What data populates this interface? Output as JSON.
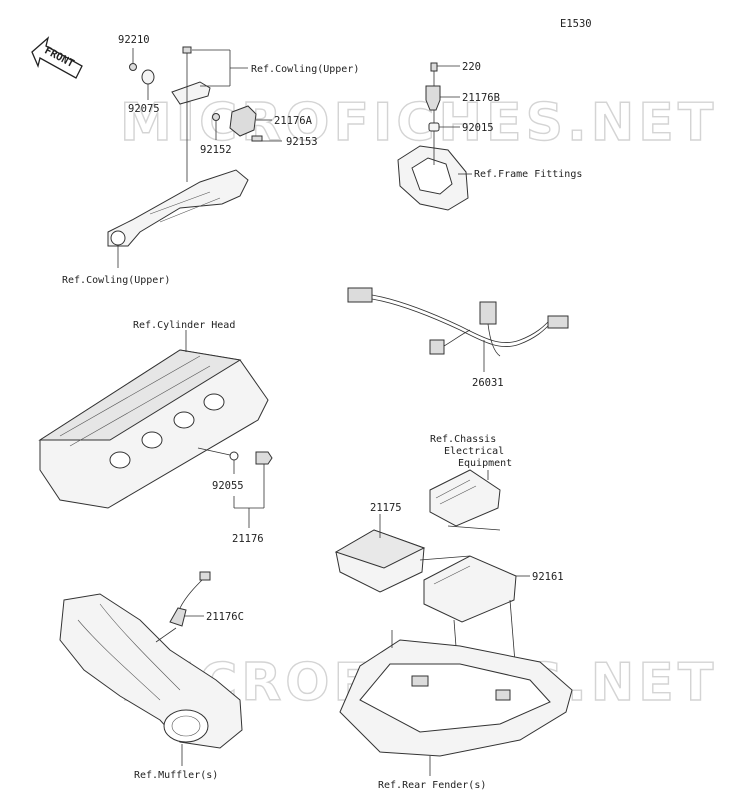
{
  "diagram_code": "E1530",
  "front_label": "FRONT",
  "watermark": "MICROFICHES.NET",
  "labels": {
    "p92210": "92210",
    "p92075": "92075",
    "p92152": "92152",
    "p92153": "92153",
    "p21176A": "21176A",
    "ref_cowling_upper_top": "Ref.Cowling(Upper)",
    "ref_cowling_upper_bottom": "Ref.Cowling(Upper)",
    "p220": "220",
    "p21176B": "21176B",
    "p92015": "92015",
    "ref_frame_fittings": "Ref.Frame Fittings",
    "p26031": "26031",
    "ref_cylinder_head": "Ref.Cylinder Head",
    "p92055": "92055",
    "p21176": "21176",
    "ref_chassis_line1": "Ref.Chassis",
    "ref_chassis_line2": "Electrical",
    "ref_chassis_line3": "Equipment",
    "p21175": "21175",
    "p92161": "92161",
    "p21176C": "21176C",
    "ref_mufflers": "Ref.Muffler(s)",
    "ref_rear_fender": "Ref.Rear Fender(s)"
  }
}
